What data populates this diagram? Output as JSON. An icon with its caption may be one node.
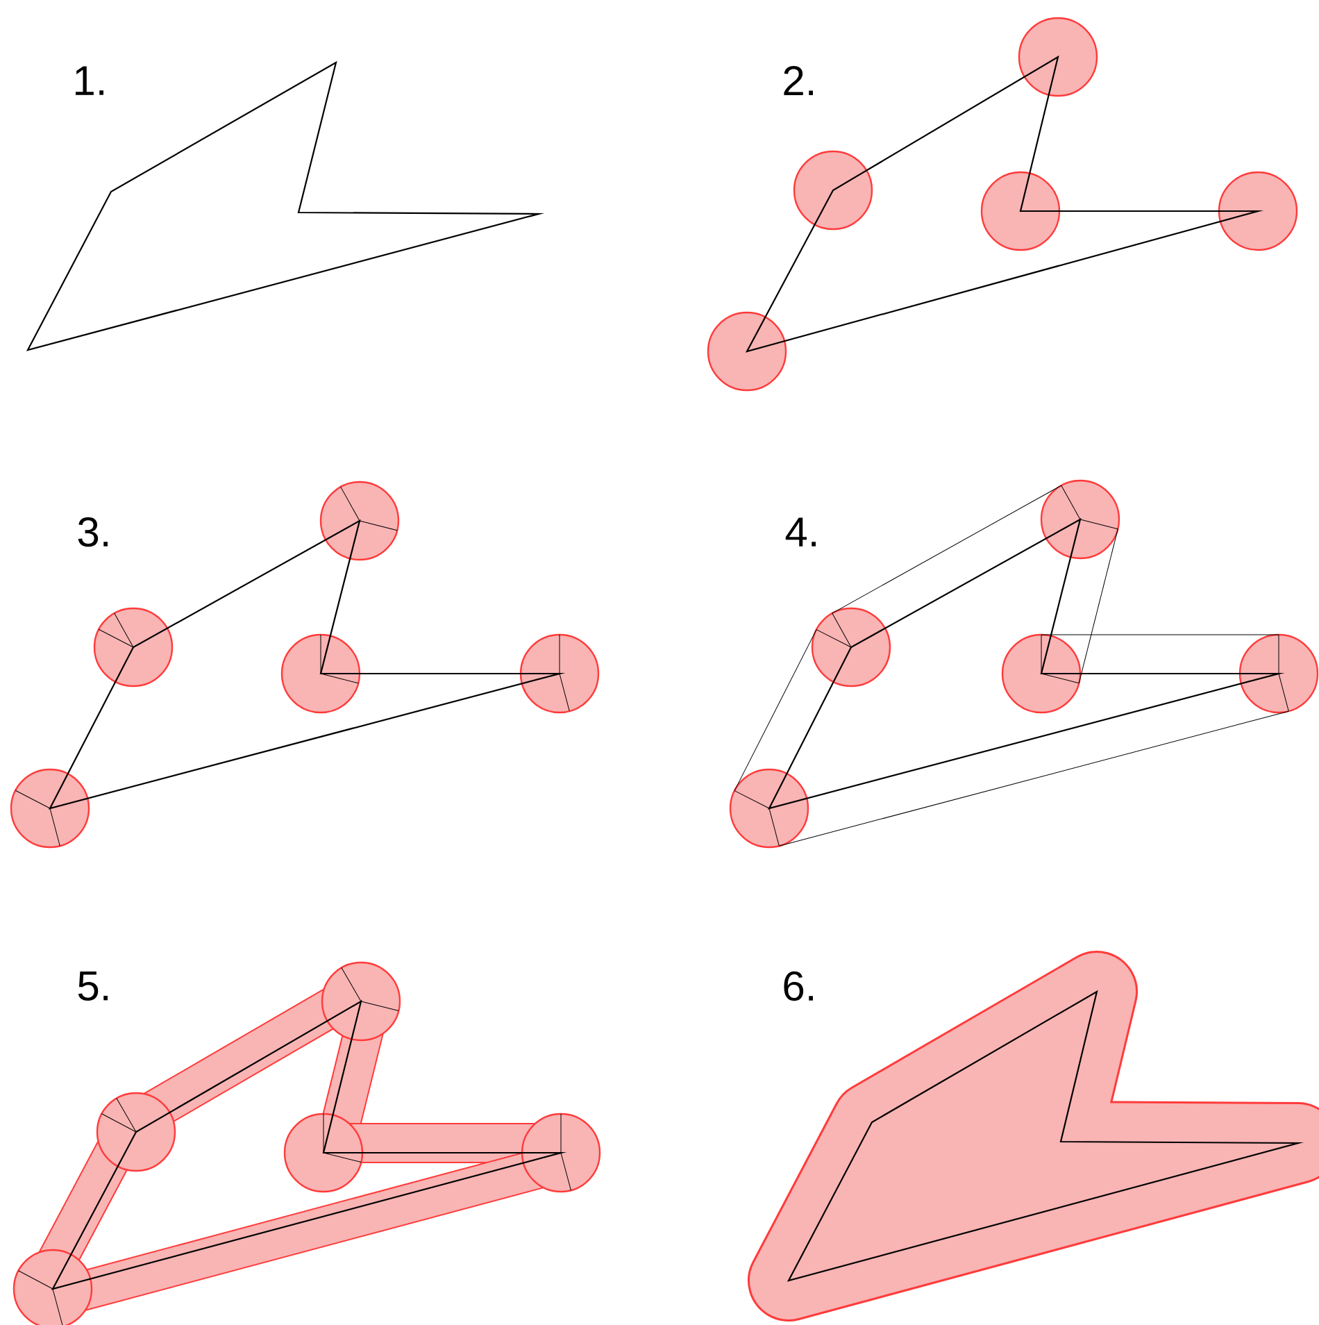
{
  "diagram": {
    "labels": [
      "1.",
      "2.",
      "3.",
      "4.",
      "5.",
      "6."
    ]
  }
}
